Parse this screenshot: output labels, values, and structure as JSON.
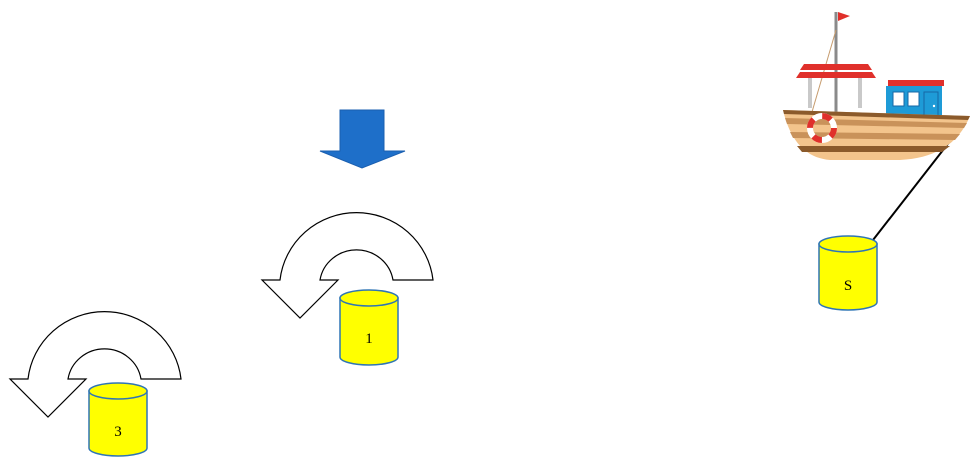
{
  "colors": {
    "background": "#ffffff",
    "cylinder_fill": "#ffff00",
    "cylinder_stroke": "#2f75b5",
    "arrow_down": "#1e6fc9",
    "curved_arrow_fill": "#ffffff",
    "curved_arrow_stroke": "#000000",
    "line": "#000000",
    "boat_hull_dark": "#8b5a2b",
    "boat_hull_light": "#f3c48c",
    "boat_cabin": "#1e9bd7",
    "boat_roof": "#e0302b",
    "flag": "#e0302b"
  },
  "diagram": {
    "cylinders": [
      {
        "id": "cyl-1",
        "label": "1"
      },
      {
        "id": "cyl-3",
        "label": "3"
      },
      {
        "id": "cyl-s",
        "label": "S"
      }
    ],
    "icons": [
      "down-arrow-icon",
      "curved-arrow-icon",
      "curved-arrow-icon",
      "boat-icon",
      "tether-line"
    ]
  }
}
